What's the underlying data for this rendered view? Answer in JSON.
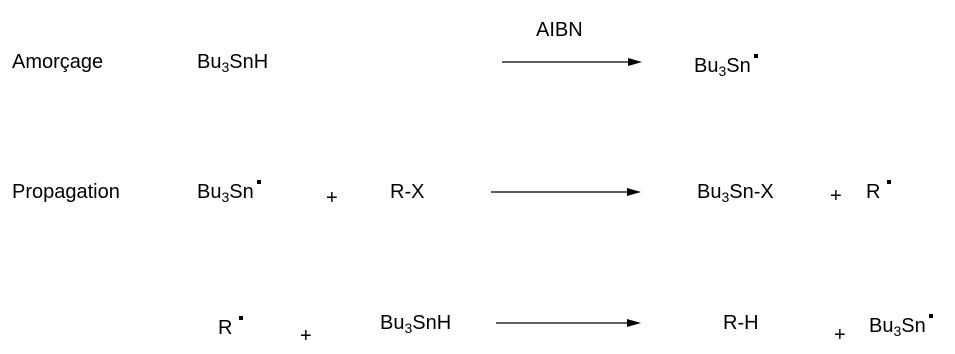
{
  "steps": {
    "initiation": {
      "label": "Amorçage",
      "reactant": {
        "prefix": "Bu",
        "sub": "3",
        "suffix": "SnH"
      },
      "reagent": "AIBN",
      "product": {
        "prefix": "Bu",
        "sub": "3",
        "suffix": "Sn",
        "radical": true
      }
    },
    "propagation_1": {
      "label": "Propagation",
      "reactant_1": {
        "prefix": "Bu",
        "sub": "3",
        "suffix": "Sn",
        "radical": true
      },
      "plus_1": "+",
      "reactant_2": "R-X",
      "product_1": {
        "prefix": "Bu",
        "sub": "3",
        "suffix": "Sn-X"
      },
      "plus_2": "+",
      "product_2": {
        "text": "R",
        "radical": true
      }
    },
    "propagation_2": {
      "reactant_1": {
        "text": "R",
        "radical": true
      },
      "plus_1": "+",
      "reactant_2": {
        "prefix": "Bu",
        "sub": "3",
        "suffix": "SnH"
      },
      "product_1": "R-H",
      "plus_2": "+",
      "product_2": {
        "prefix": "Bu",
        "sub": "3",
        "suffix": "Sn",
        "radical": true
      }
    }
  }
}
